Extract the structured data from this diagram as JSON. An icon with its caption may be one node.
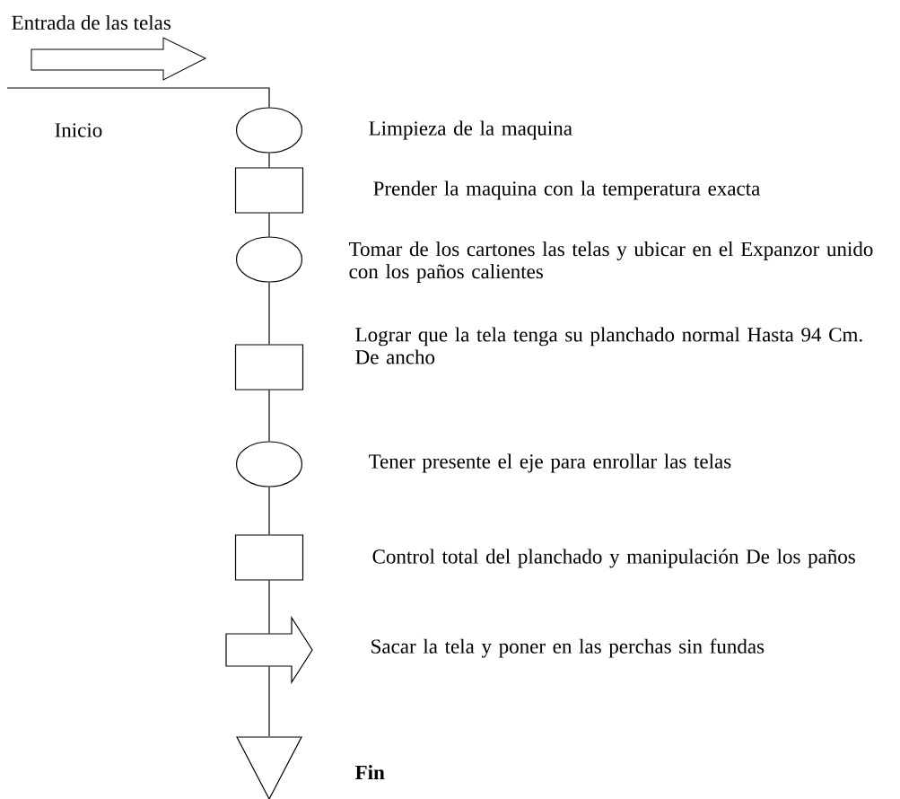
{
  "diagram": {
    "nodes": [
      {
        "text": [],
        "shape": "circle",
        "beside": [
          "Limpieza de la maquina"
        ]
      },
      {
        "text": [],
        "shape": "box",
        "beside": [
          "Prender la maquina con la temperatura exacta"
        ]
      },
      {
        "text": [],
        "shape": "circle",
        "beside": [
          "Tomar de los cartones las telas y ubicar en el Expanzor unido con los paños calientes"
        ]
      },
      {
        "text": [],
        "shape": "box",
        "beside": [
          "Lograr que la tela tenga su planchado normal Hasta 94 Cm. De ancho"
        ]
      },
      {
        "text": [],
        "shape": "circle",
        "beside": [
          "Tener presente el eje para enrollar las telas"
        ]
      },
      {
        "text": [],
        "shape": "box",
        "beside": [
          "Control total del planchado y manipulación De los paños"
        ]
      },
      {
        "text": [],
        "shape": "arrow",
        "beside": [
          "Sacar la tela y poner en las perchas sin fundas"
        ]
      },
      {
        "text": [],
        "shape": "triangle",
        "beside": [
          "Fin"
        ]
      }
    ],
    "edges": [
      {
        "from": null,
        "to": 0,
        "arrow": "none"
      },
      {
        "from": 0,
        "to": 1,
        "arrow": "none"
      },
      {
        "from": 1,
        "to": 2,
        "arrow": "none"
      },
      {
        "from": 2,
        "to": 3,
        "arrow": "none"
      },
      {
        "from": 3,
        "to": 4,
        "arrow": "none"
      },
      {
        "from": 4,
        "to": 5,
        "arrow": "none"
      },
      {
        "from": 5,
        "to": 6,
        "arrow": "none"
      },
      {
        "from": 6,
        "to": 7,
        "arrow": "none"
      }
    ],
    "labels": [
      "Entrada de las telas",
      "Inicio"
    ]
  }
}
